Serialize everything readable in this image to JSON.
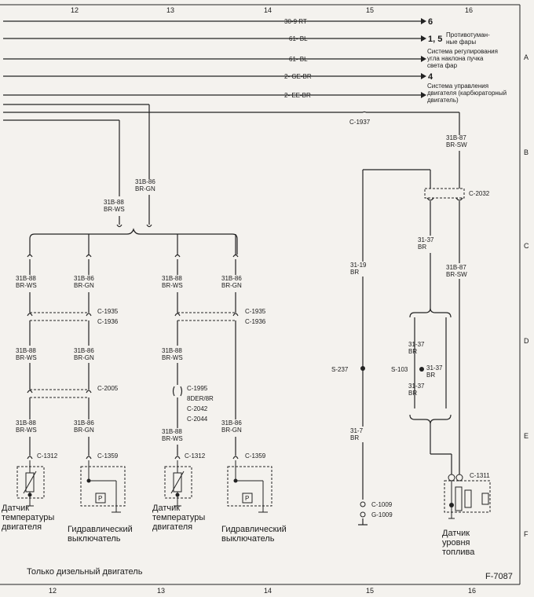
{
  "columns": [
    "12",
    "13",
    "14",
    "15",
    "16"
  ],
  "rows": [
    "A",
    "B",
    "C",
    "D",
    "E",
    "F"
  ],
  "top_wires": [
    {
      "label": "30-9  RT",
      "dest": "6",
      "note": ""
    },
    {
      "label": "61-  BL",
      "dest": "1, 5",
      "note": "Противотуман-\nные фары"
    },
    {
      "label": "61-  BL",
      "dest": "",
      "note": "Система регулирования\nугла наклона пучка\nсвета фар"
    },
    {
      "label": "2-  GE-BR",
      "dest": "4",
      "note": ""
    },
    {
      "label": "2-  EE-BR",
      "dest": "",
      "note": "Система управления\nдвигателя (карбюраторный\nдвигатель)"
    }
  ],
  "wire_labels": {
    "w_318_87_top": "31B-87\nBR-SW",
    "w_318_86_top": "31B-86\nBR-GN",
    "w_318_88_top": "31B-88\nBR-WS",
    "w1_88a": "31B-88\nBR-WS",
    "w1_86a": "31B-86\nBR-GN",
    "w1_88b": "31B-88\nBR-WS",
    "w1_86b": "31B-86\nBR-GN",
    "w1_88c": "31B-88\nBR-WS",
    "w1_86c": "31B-86\nBR-GN",
    "w2_88a": "31B-88\nBR-WS",
    "w2_86a": "31B-86\nBR-GN",
    "w2_88b": "31B-88\nBR-WS",
    "w2_88c": "31B-88\nBR-WS",
    "w2_86c": "31B-86\nBR-GN",
    "w_31_19": "31-19\nBR",
    "w_31_7": "31-7\nBR",
    "w_31_37a": "31-37\nBR",
    "w_318_87b": "31B-87\nBR-SW",
    "w_31_37b": "31-37\nBR",
    "w_31_37c": "31-37\nBR",
    "w_31_37d": "31-37\nBR"
  },
  "connectors": {
    "c1937": "C-1937",
    "c2032": "C-2032",
    "c1935a": "C-1935",
    "c1936a": "C-1936",
    "c2005": "C-2005",
    "c1312a": "C-1312",
    "c1359a": "C-1359",
    "c1935b": "C-1935",
    "c1936b": "C-1936",
    "c1995": "C-1995",
    "c_8der": "8DER/8R",
    "c2042": "C-2042",
    "c2044": "C-2044",
    "c1312b": "C-1312",
    "c1359b": "C-1359",
    "s237": "S-237",
    "s103": "S-103",
    "c1009": "C-1009",
    "g1009": "G-1009",
    "c1311": "C-1311"
  },
  "components": {
    "temp1": "Датчик\nтемпературы\nдвигателя",
    "hyd1": "Гидравлический\nвыключатель",
    "temp2": "Датчик\nтемпературы\nдвигателя",
    "hyd2": "Гидравлический\nвыключатель",
    "fuel": "Датчик\nуровня\nтоплива"
  },
  "switch_letter": "P",
  "footer_note": "Только дизельный двигатель",
  "fig_id": "F-7087"
}
